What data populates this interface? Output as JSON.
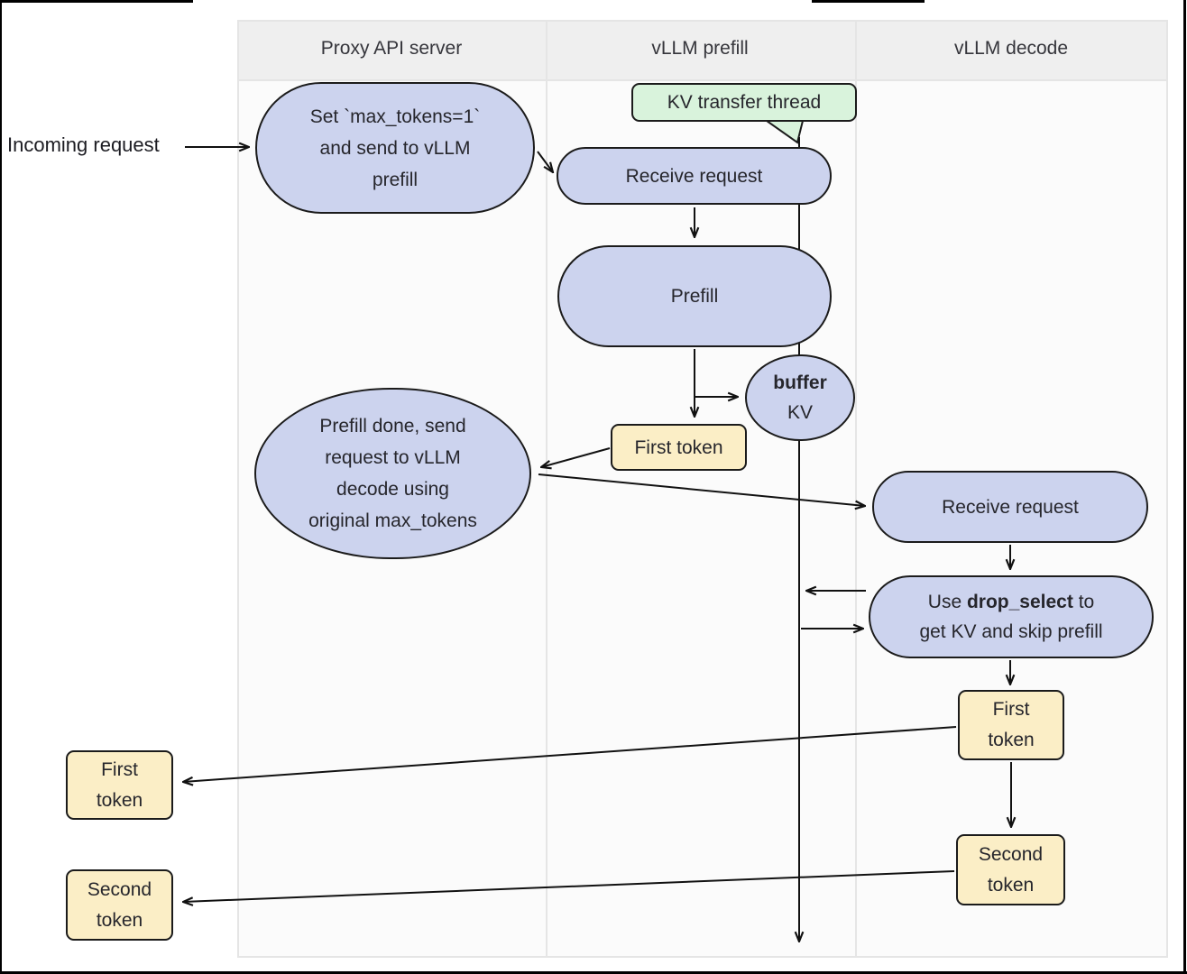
{
  "diagram": {
    "columns": [
      {
        "label": "Proxy API server"
      },
      {
        "label": "vLLM prefill"
      },
      {
        "label": "vLLM decode"
      }
    ],
    "incoming_label": "Incoming request",
    "nodes": {
      "kv_transfer_thread": {
        "label": "KV transfer thread"
      },
      "set_max_tokens": {
        "lines": [
          "Set `max_tokens=1`",
          "and send to vLLM",
          "prefill"
        ]
      },
      "receive_request_prefill": {
        "label": "Receive request"
      },
      "prefill": {
        "label": "Prefill"
      },
      "buffer_kv": {
        "bold": "buffer",
        "label": "KV"
      },
      "first_token_prefill": {
        "label": "First token"
      },
      "prefill_done": {
        "lines": [
          "Prefill done, send",
          "request to vLLM",
          "decode using",
          "original max_tokens"
        ]
      },
      "receive_request_decode": {
        "label": "Receive request"
      },
      "use_drop_select": {
        "pre": "Use ",
        "bold": "drop_select",
        "post": " to",
        "line2": "get KV and skip prefill"
      },
      "first_token_decode": {
        "lines": [
          "First",
          "token"
        ]
      },
      "second_token_decode": {
        "lines": [
          "Second",
          "token"
        ]
      },
      "first_token_client": {
        "lines": [
          "First",
          "token"
        ]
      },
      "second_token_client": {
        "lines": [
          "Second",
          "token"
        ]
      }
    },
    "colors": {
      "node_fill": "#ccd3ee",
      "token_fill": "#fbeec6",
      "thread_fill": "#d9f3dc",
      "header_fill": "#efefef",
      "column_fill": "#fbfbfb",
      "panel_border": "#e5e5e5",
      "shape_border": "#1b1b1b",
      "arrow_color": "#111111",
      "text_color": "#26262c"
    }
  }
}
